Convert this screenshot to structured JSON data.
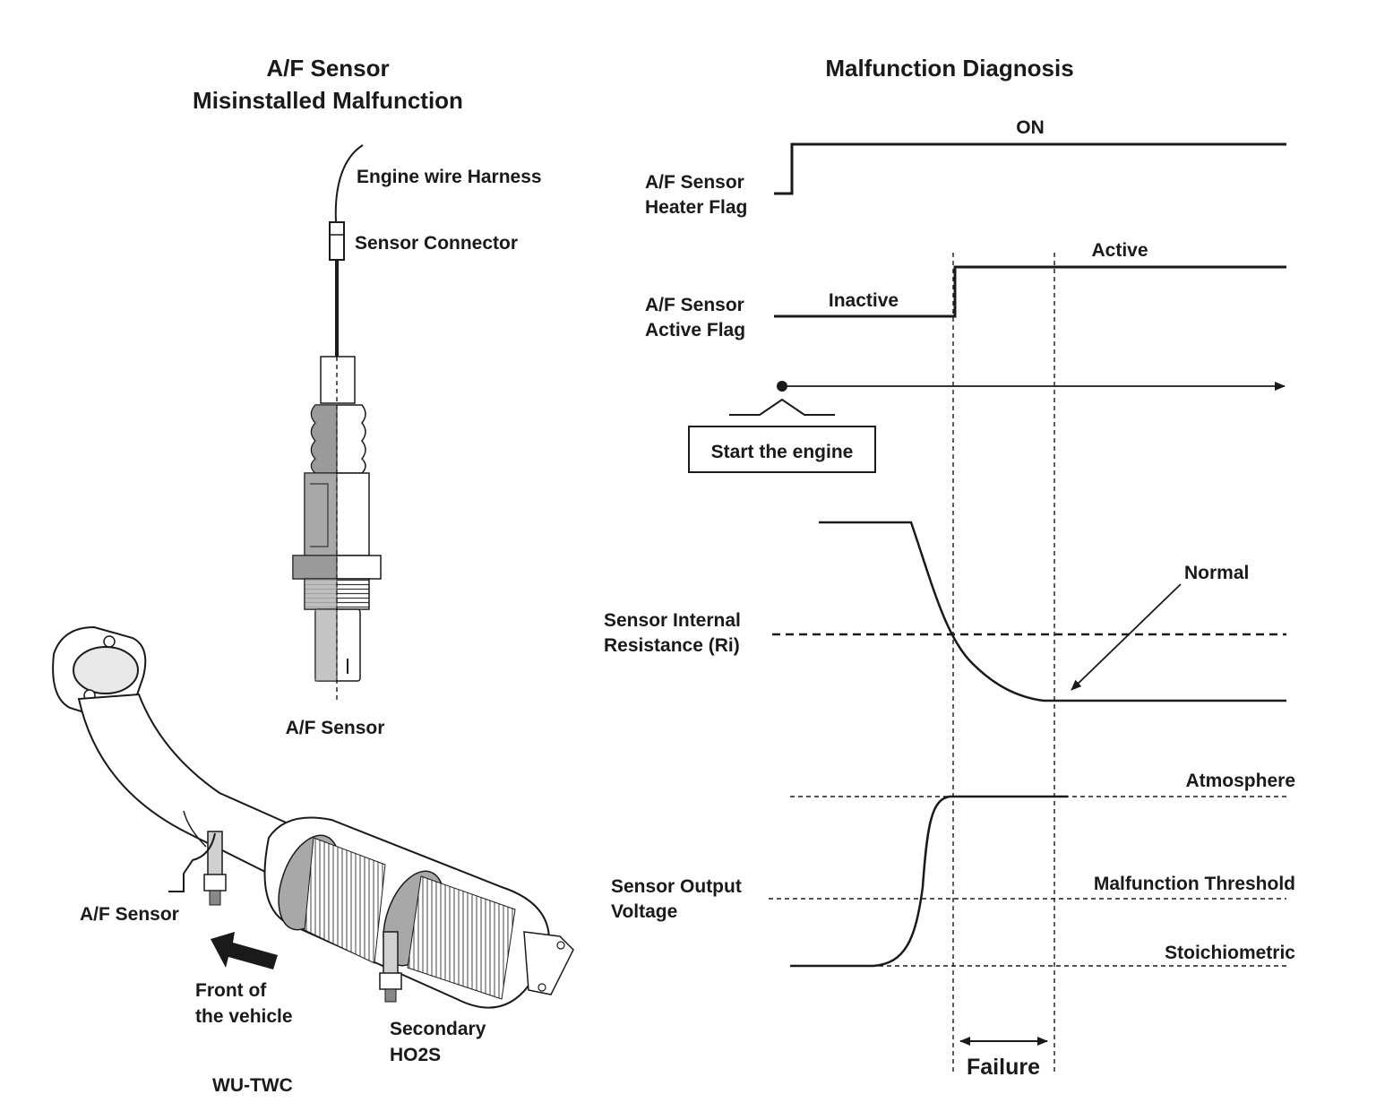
{
  "left_panel": {
    "title_line1": "A/F Sensor",
    "title_line2": "Misinstalled Malfunction",
    "labels": {
      "engine_wire_harness": "Engine wire Harness",
      "sensor_connector": "Sensor Connector",
      "af_sensor_detail": "A/F Sensor",
      "af_sensor_exhaust": "A/F Sensor",
      "front_line1": "Front of",
      "front_line2": "the vehicle",
      "secondary_line1": "Secondary",
      "secondary_line2": "HO2S",
      "wu_twc": "WU-TWC"
    }
  },
  "right_panel": {
    "title": "Malfunction Diagnosis",
    "heater_flag": {
      "label_line1": "A/F Sensor",
      "label_line2": "Heater Flag",
      "state_on": "ON"
    },
    "active_flag": {
      "label_line1": "A/F Sensor",
      "label_line2": "Active Flag",
      "state_inactive": "Inactive",
      "state_active": "Active"
    },
    "timeline": {
      "start_label": "Start the engine"
    },
    "resistance": {
      "label_line1": "Sensor Internal",
      "label_line2": "Resistance (Ri)",
      "normal_label": "Normal"
    },
    "output_voltage": {
      "label_line1": "Sensor Output",
      "label_line2": "Voltage",
      "atmosphere": "Atmosphere",
      "malfunction_threshold": "Malfunction Threshold",
      "stoichiometric": "Stoichiometric"
    },
    "failure_label": "Failure"
  }
}
